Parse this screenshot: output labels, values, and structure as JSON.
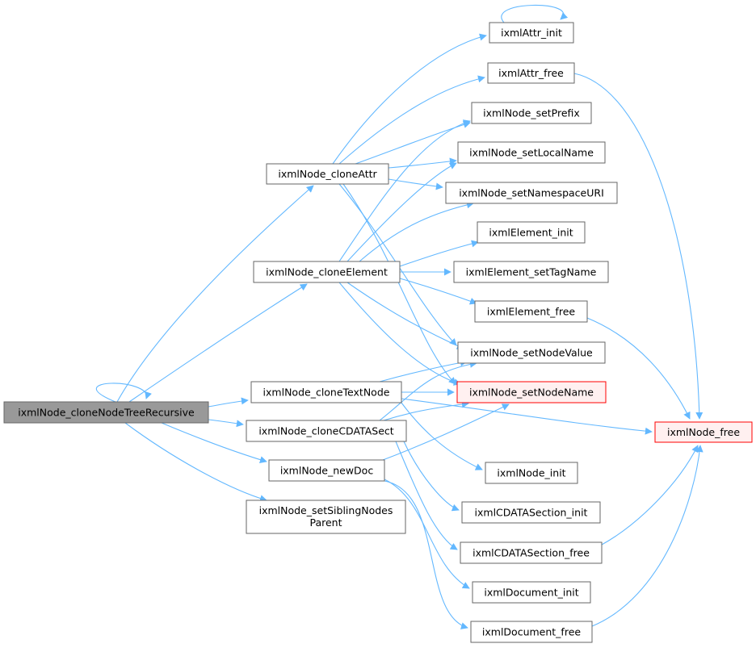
{
  "colors": {
    "edge": "#63b8ff",
    "node_border": "#666666",
    "root_fill": "#999999",
    "warning_border": "#ff0000",
    "warning_fill": "#fff0f0"
  },
  "nodes": {
    "cloneNodeTreeRecursive": [
      "ixmlNode_cloneNodeTreeRecursive"
    ],
    "cloneAttr": [
      "ixmlNode_cloneAttr"
    ],
    "cloneElement": [
      "ixmlNode_cloneElement"
    ],
    "cloneTextNode": [
      "ixmlNode_cloneTextNode"
    ],
    "cloneCDATASect": [
      "ixmlNode_cloneCDATASect"
    ],
    "newDoc": [
      "ixmlNode_newDoc"
    ],
    "setSiblingNodesParent": [
      "ixmlNode_setSiblingNodes",
      "Parent"
    ],
    "attrInit": [
      "ixmlAttr_init"
    ],
    "attrFree": [
      "ixmlAttr_free"
    ],
    "setPrefix": [
      "ixmlNode_setPrefix"
    ],
    "setLocalName": [
      "ixmlNode_setLocalName"
    ],
    "setNamespaceURI": [
      "ixmlNode_setNamespaceURI"
    ],
    "elementInit": [
      "ixmlElement_init"
    ],
    "elementSetTagName": [
      "ixmlElement_setTagName"
    ],
    "elementFree": [
      "ixmlElement_free"
    ],
    "setNodeValue": [
      "ixmlNode_setNodeValue"
    ],
    "setNodeName": [
      "ixmlNode_setNodeName"
    ],
    "nodeFree": [
      "ixmlNode_free"
    ],
    "nodeInit": [
      "ixmlNode_init"
    ],
    "cdataInit": [
      "ixmlCDATASection_init"
    ],
    "cdataFree": [
      "ixmlCDATASection_free"
    ],
    "documentInit": [
      "ixmlDocument_init"
    ],
    "documentFree": [
      "ixmlDocument_free"
    ]
  }
}
